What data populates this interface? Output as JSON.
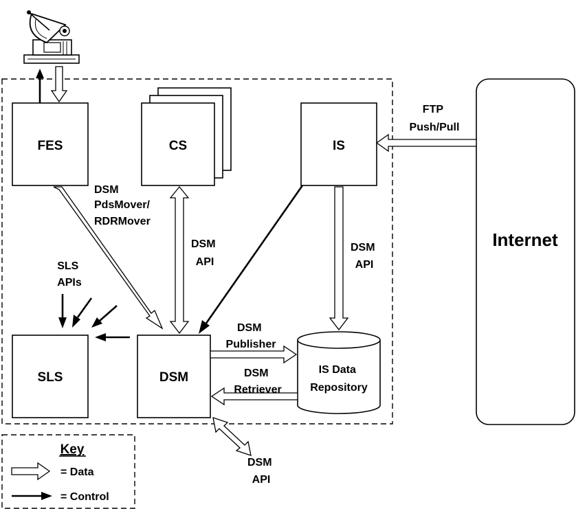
{
  "components": {
    "fes": "FES",
    "cs": "CS",
    "is": "IS",
    "sls": "SLS",
    "dsm": "DSM",
    "repository": [
      "IS Data",
      "Repository"
    ],
    "internet": "Internet"
  },
  "edge_labels": {
    "ftp": [
      "FTP",
      "Push/Pull"
    ],
    "pds_mover": [
      "DSM",
      "PdsMover/",
      "RDRMover"
    ],
    "cs_api": [
      "DSM",
      "API"
    ],
    "is_api": [
      "DSM",
      "API"
    ],
    "sls_apis": [
      "SLS",
      "APIs"
    ],
    "publisher": [
      "DSM",
      "Publisher"
    ],
    "retriever": [
      "DSM",
      "Retriever"
    ],
    "external_api": [
      "DSM",
      "API"
    ]
  },
  "key": {
    "title": "Key",
    "data": "= Data",
    "control": "= Control"
  },
  "icons": {
    "satellite": "satellite-dish-icon"
  }
}
